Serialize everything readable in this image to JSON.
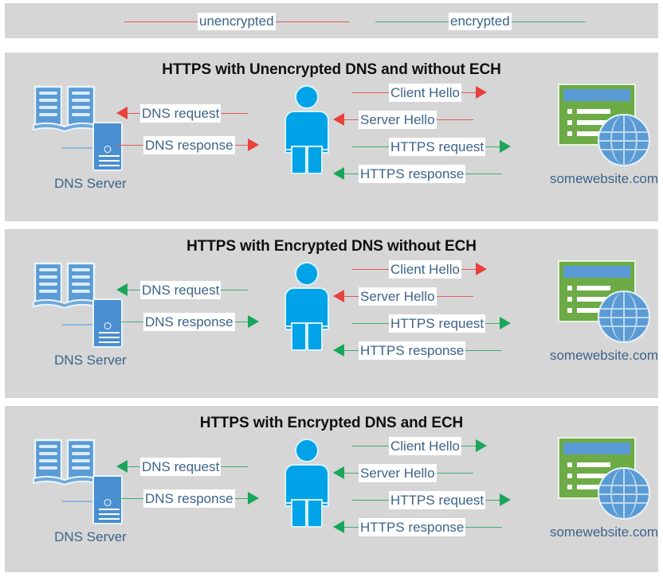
{
  "legend": {
    "items": [
      {
        "label": "unencrypted",
        "color": "#e05a5a",
        "name": "legend-unencrypted"
      },
      {
        "label": "encrypted",
        "color": "#3cab77",
        "name": "legend-encrypted"
      }
    ]
  },
  "colors": {
    "unencrypted": "#e8413c",
    "unencrypted_line": "#e05a5a",
    "encrypted": "#1aa65a",
    "encrypted_line": "#3cab77",
    "panel_bg": "#d6d6d6",
    "label_text": "#3d6389",
    "person": "#00a2e8",
    "server": "#4a8fd1",
    "browser": "#6cab45",
    "globe": "#5b9bd5"
  },
  "nodes": {
    "dns_server_label": "DNS Server",
    "website_label": "somewebsite.com"
  },
  "panels": [
    {
      "title": "HTTPS with Unencrypted DNS and without ECH",
      "dns_flows": [
        {
          "label": "DNS request",
          "dir": "left",
          "enc": false
        },
        {
          "label": "DNS response",
          "dir": "right",
          "enc": false
        }
      ],
      "web_flows": [
        {
          "label": "Client Hello",
          "dir": "right",
          "enc": false
        },
        {
          "label": "Server Hello",
          "dir": "left",
          "enc": false
        },
        {
          "label": "HTTPS request",
          "dir": "right",
          "enc": true
        },
        {
          "label": "HTTPS response",
          "dir": "left",
          "enc": true
        }
      ]
    },
    {
      "title": "HTTPS with Encrypted DNS without ECH",
      "dns_flows": [
        {
          "label": "DNS request",
          "dir": "left",
          "enc": true
        },
        {
          "label": "DNS response",
          "dir": "right",
          "enc": true
        }
      ],
      "web_flows": [
        {
          "label": "Client Hello",
          "dir": "right",
          "enc": false
        },
        {
          "label": "Server Hello",
          "dir": "left",
          "enc": false
        },
        {
          "label": "HTTPS request",
          "dir": "right",
          "enc": true
        },
        {
          "label": "HTTPS response",
          "dir": "left",
          "enc": true
        }
      ]
    },
    {
      "title": "HTTPS with Encrypted DNS and ECH",
      "dns_flows": [
        {
          "label": "DNS request",
          "dir": "left",
          "enc": true
        },
        {
          "label": "DNS response",
          "dir": "right",
          "enc": true
        }
      ],
      "web_flows": [
        {
          "label": "Client Hello",
          "dir": "right",
          "enc": true
        },
        {
          "label": "Server Hello",
          "dir": "left",
          "enc": true
        },
        {
          "label": "HTTPS request",
          "dir": "right",
          "enc": true
        },
        {
          "label": "HTTPS response",
          "dir": "left",
          "enc": true
        }
      ]
    }
  ]
}
